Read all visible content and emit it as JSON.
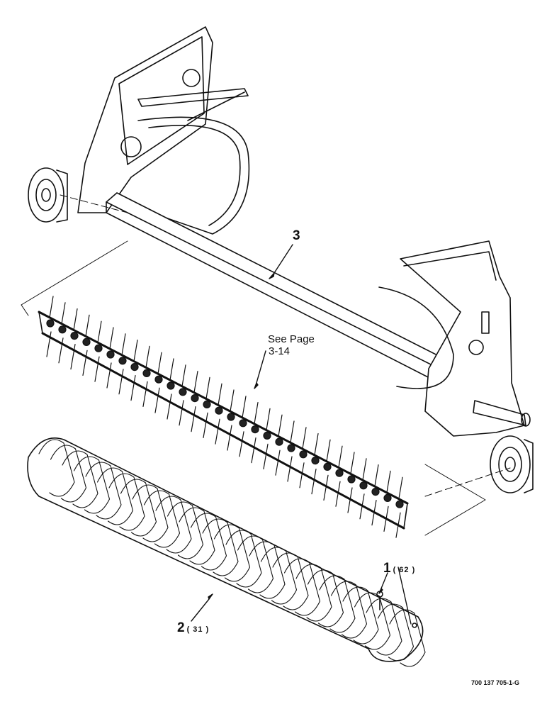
{
  "callouts": [
    {
      "number": "1",
      "qty": "( 62 )"
    },
    {
      "number": "2",
      "qty": "( 31 )"
    },
    {
      "number": "3",
      "qty": ""
    }
  ],
  "reference": {
    "line1": "See Page",
    "line2": "3-14"
  },
  "figure_id": "700 137 705-1-G",
  "colors": {
    "ink": "#111111",
    "paper": "#ffffff"
  }
}
